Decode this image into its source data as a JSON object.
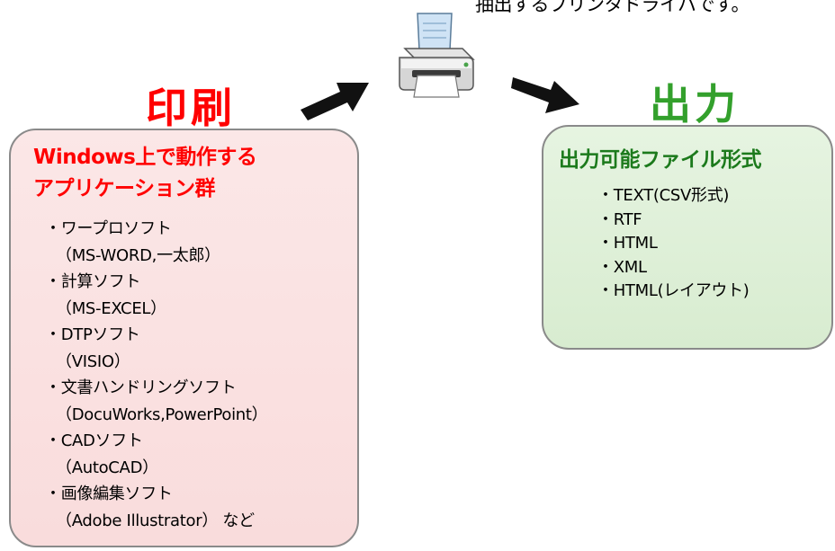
{
  "top_caption": "抽出するプリンタドライバです。",
  "print_heading": "印刷",
  "output_heading": "出力",
  "apps_box": {
    "title_lines": [
      "Windows上で動作する",
      "アプリケーション群"
    ],
    "items": [
      "・ワープロソフト",
      "（MS-WORD,一太郎）",
      "・計算ソフト",
      "（MS-EXCEL）",
      "・DTPソフト",
      "（VISIO）",
      "・文書ハンドリングソフト",
      "（DocuWorks,PowerPoint）",
      "・CADソフト",
      "（AutoCAD）",
      "・画像編集ソフト",
      "（Adobe Illustrator） など"
    ]
  },
  "formats_box": {
    "title": "出力可能ファイル形式",
    "items": [
      "・TEXT(CSV形式)",
      "・RTF",
      "・HTML",
      "・XML",
      "・HTML(レイアウト)"
    ]
  },
  "colors": {
    "print_heading": "#ff0000",
    "output_heading": "#33a02c",
    "apps_box_fill": "#fbe7e7",
    "formats_box_fill": "#e6f4e1",
    "box_border": "#8a8a8a"
  },
  "icons": [
    "printer-icon",
    "arrow-right-icon"
  ]
}
